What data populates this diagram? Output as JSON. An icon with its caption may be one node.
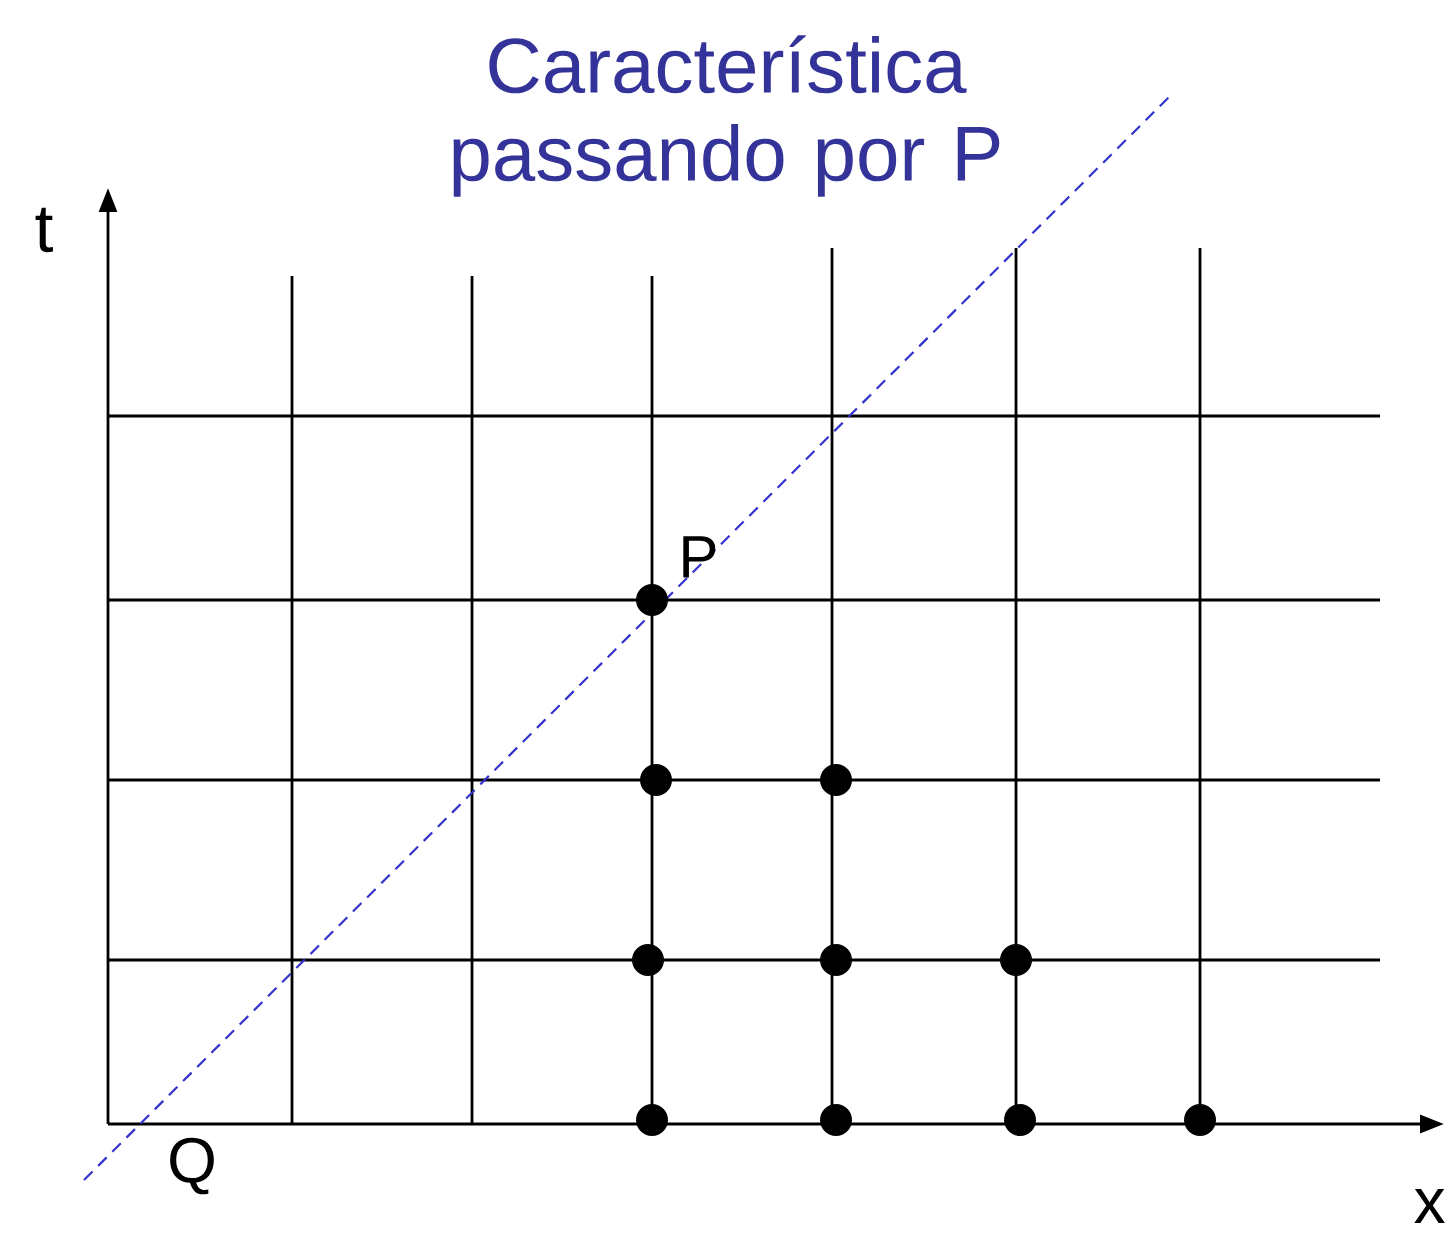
{
  "diagram": {
    "nodes": [
      {
        "text": [],
        "shape": "circle",
        "beside": [
          "P"
        ]
      },
      {
        "text": [],
        "shape": "circle"
      },
      {
        "text": [],
        "shape": "circle"
      },
      {
        "text": [],
        "shape": "circle"
      },
      {
        "text": [],
        "shape": "circle"
      },
      {
        "text": [],
        "shape": "circle"
      },
      {
        "text": [],
        "shape": "circle"
      },
      {
        "text": [],
        "shape": "circle"
      },
      {
        "text": [],
        "shape": "circle"
      },
      {
        "text": [],
        "shape": "circle"
      }
    ],
    "labels": [
      "Característica passando por P",
      "t",
      "Q",
      "x"
    ]
  }
}
